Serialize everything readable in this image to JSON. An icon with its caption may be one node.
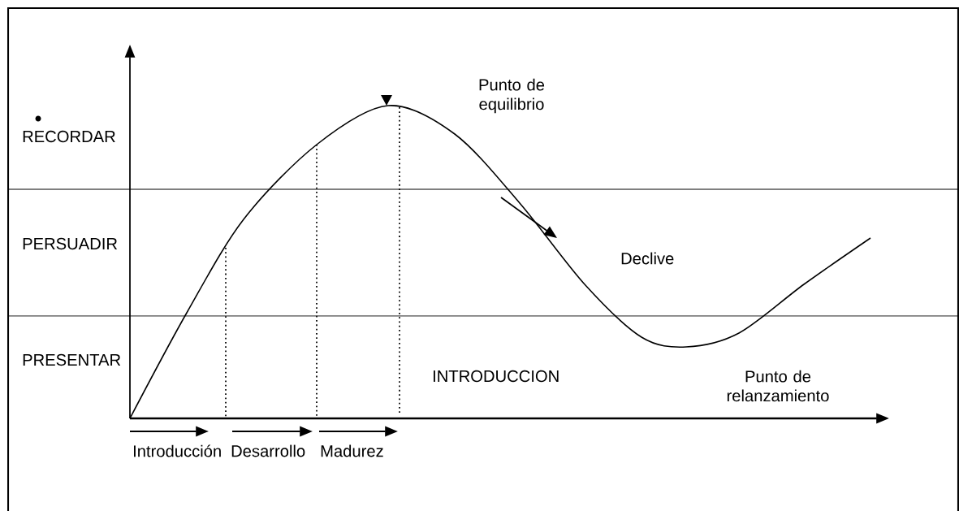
{
  "diagram": {
    "labels": [
      "Punto de equilibrio",
      "RECORDAR",
      "PERSUADIR",
      "Declive",
      "PRESENTAR",
      "INTRODUCCION",
      "Punto de relanzamiento",
      "Introducción",
      "Desarrollo",
      "Madurez"
    ]
  }
}
